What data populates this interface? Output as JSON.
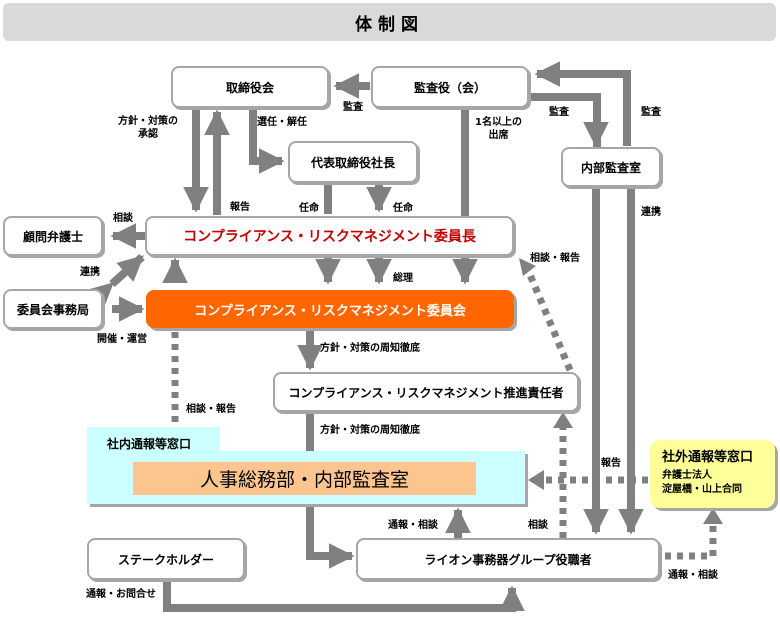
{
  "title": "体制図",
  "colors": {
    "arrow": "#808080",
    "box_border": "#a6a6a6",
    "chair_text": "#c00000",
    "committee_fill": "#ff6600",
    "internal_window_fill": "#ccffff",
    "internal_dept_fill": "#fcc590",
    "external_window_fill": "#ffff99",
    "title_bar": "#d9d9d9"
  },
  "nodes": {
    "board": "取締役会",
    "auditors": "監査役（会）",
    "president": "代表取締役社長",
    "internal_audit": "内部監査室",
    "lawyer": "顧問弁護士",
    "chair": "コンプライアンス・リスクマネジメント委員長",
    "secretariat": "委員会事務局",
    "committee": "コンプライアンス・リスクマネジメント委員会",
    "promoter": "コンプライアンス・リスクマネジメント推進責任者",
    "internal_window_label": "社内通報等窓口",
    "internal_window_dept": "人事総務部・内部監査室",
    "external_window_label": "社外通報等窓口",
    "external_window_firm_line1": "弁護士法人",
    "external_window_firm_line2": "淀屋橋・山上合同",
    "stakeholders": "ステークホルダー",
    "employees": "ライオン事務器グループ役職者"
  },
  "labels": {
    "policy_approval_1": "方針・対策の",
    "policy_approval_2": "承認",
    "appoint_dismiss": "選任・解任",
    "audit_board": "監査",
    "audit_internal": "監査",
    "audit_from_internal": "監査",
    "one_or_more_1": "1名以上の",
    "one_or_more_2": "出席",
    "report_board": "報告",
    "appoint_1": "任命",
    "appoint_2": "任命",
    "consult_lawyer": "相談",
    "cooperation_secretariat": "連携",
    "cooperation_internal_audit": "連携",
    "oversee": "総理",
    "host_operate": "開催・運営",
    "consult_report_chair": "相談・報告",
    "policy_notice_1": "方針・対策の周知徹底",
    "policy_notice_2": "方針・対策の周知徹底",
    "consult_report_window": "相談・報告",
    "report_external": "報告",
    "whistle_consult_internal": "通報・相談",
    "consult_promoter": "相談",
    "whistle_consult_external": "通報・相談",
    "whistle_inquiry": "通報・お問合せ"
  }
}
